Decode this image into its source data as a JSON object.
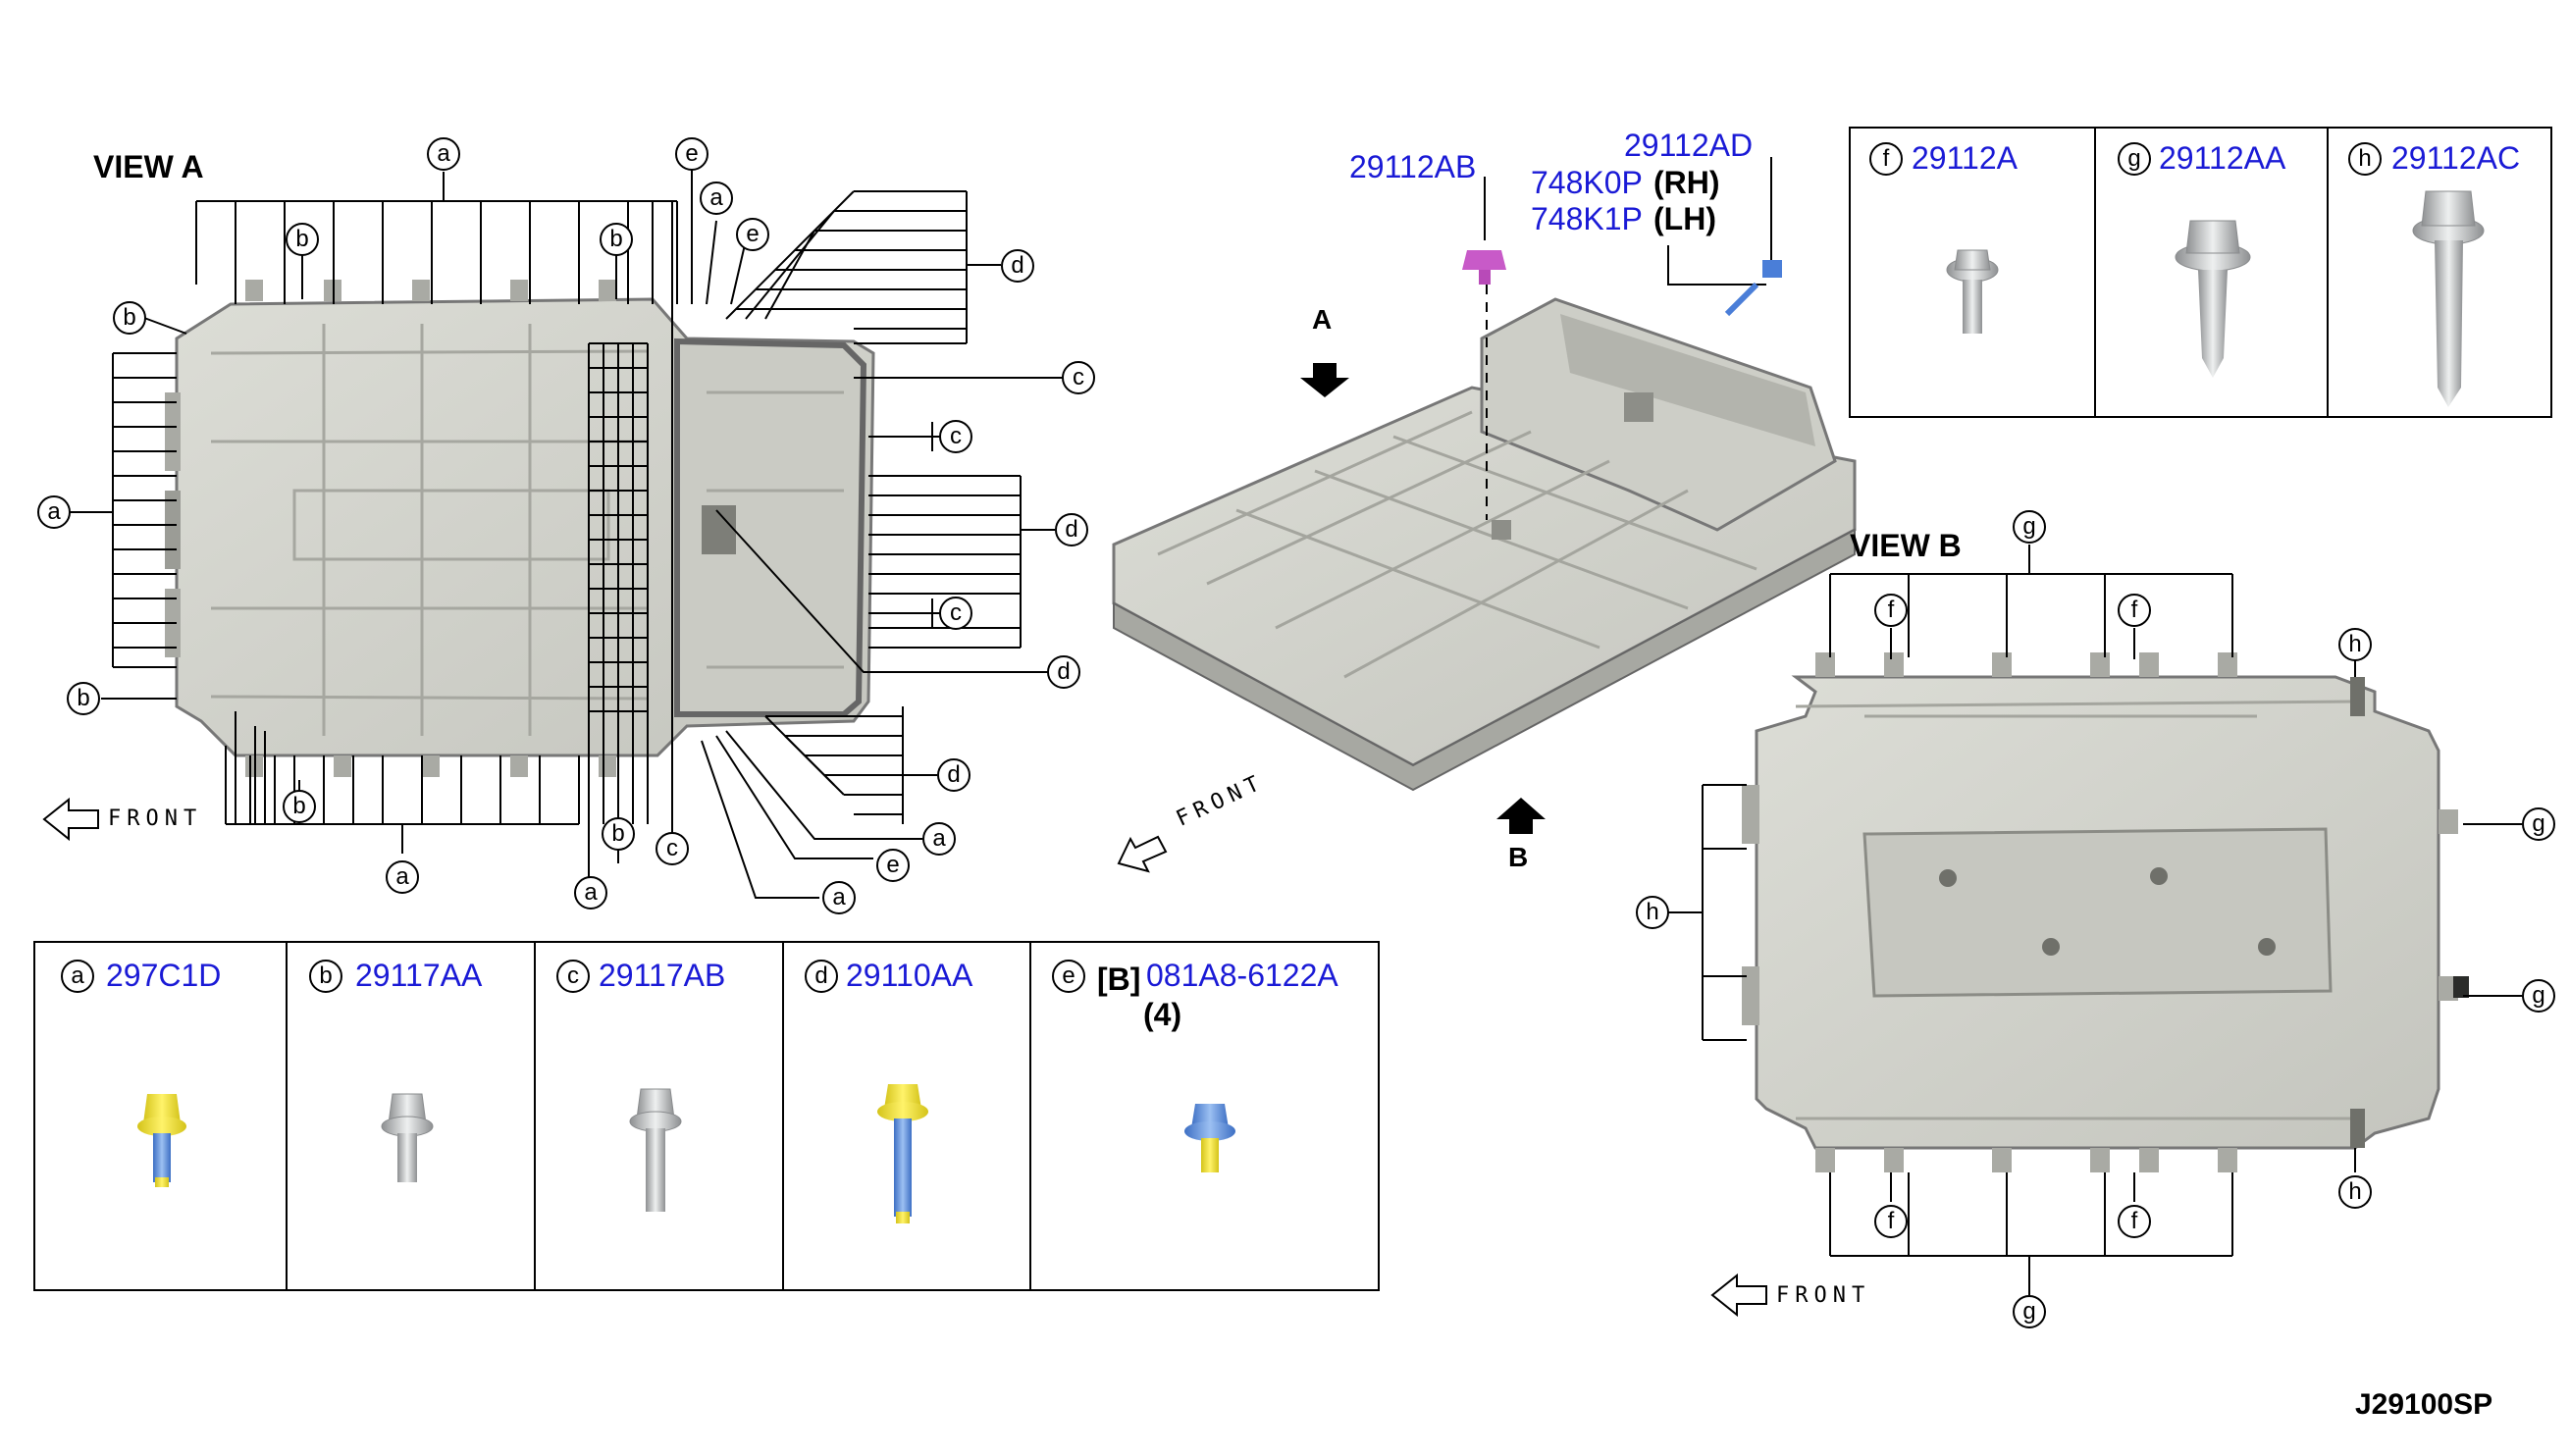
{
  "view_a": {
    "title": "VIEW A"
  },
  "view_b": {
    "title": "VIEW B"
  },
  "front_label": "FRONT",
  "arrow_a_label": "A",
  "arrow_b_label": "B",
  "diagram_code": "J29100SP",
  "center_parts": {
    "p29112AB": "29112AB",
    "p29112AD": "29112AD",
    "p748K0P": "748K0P",
    "rh": "(RH)",
    "p748K1P": "748K1P",
    "lh": "(LH)"
  },
  "legend_bottom": [
    {
      "letter": "a",
      "part": "297C1D"
    },
    {
      "letter": "b",
      "part": "29117AA"
    },
    {
      "letter": "c",
      "part": "29117AB"
    },
    {
      "letter": "d",
      "part": "29110AA"
    },
    {
      "letter": "e",
      "prefix": "[B]",
      "part": "081A8-6122A",
      "qty": "(4)"
    }
  ],
  "legend_top": [
    {
      "letter": "f",
      "part": "29112A"
    },
    {
      "letter": "g",
      "part": "29112AA"
    },
    {
      "letter": "h",
      "part": "29112AC"
    }
  ],
  "colors": {
    "part_number": "#1a1ad6",
    "panel_fill": "#d2d3cc",
    "panel_dark": "#b8b9b2"
  },
  "letters": {
    "a": "a",
    "b": "b",
    "c": "c",
    "d": "d",
    "e": "e",
    "f": "f",
    "g": "g",
    "h": "h"
  }
}
